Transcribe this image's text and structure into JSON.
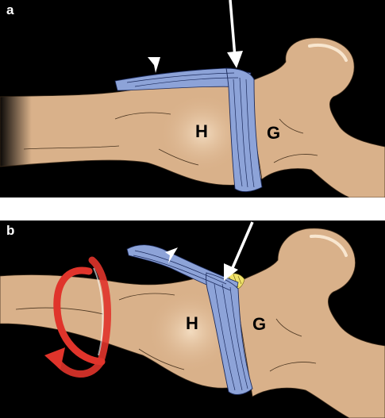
{
  "panels": [
    {
      "letter": "a",
      "humerus_label": "H",
      "glenoid_label": "G"
    },
    {
      "letter": "b",
      "humerus_label": "H",
      "glenoid_label": "G"
    }
  ],
  "colors": {
    "background": "#000000",
    "bone": "#d9b18a",
    "bone_light": "#f3dcc0",
    "tendon": "#8da3d8",
    "tendon_line": "#1b2a5c",
    "arrow": "#ffffff",
    "rotation_arrow": "#e0342b",
    "tissue_yellow": "#f0e26a"
  },
  "icons": [
    "white-arrow-icon",
    "arrowhead-icon",
    "rotation-arrow-icon"
  ]
}
